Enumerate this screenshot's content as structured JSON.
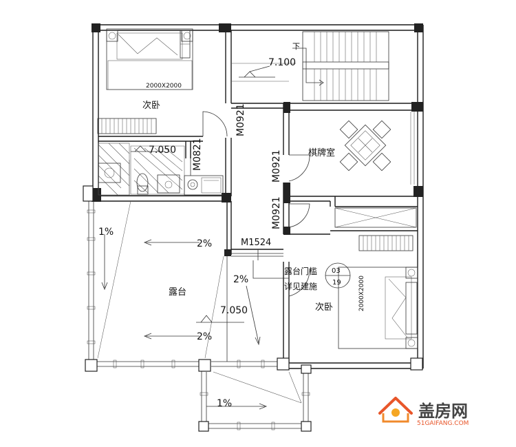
{
  "rooms": {
    "bedroom_top": "次卧",
    "bedroom_right": "次卧",
    "chess_room": "棋牌室",
    "terrace": "露台"
  },
  "bed_size_top": "2000X2000",
  "bed_size_right": "2000X2000",
  "doors": {
    "d1": "M0921",
    "d2": "M0821",
    "d3": "M0921",
    "d4": "M0921",
    "slide": "M1524"
  },
  "elevations": {
    "stair": "7.100",
    "bath": "7.050",
    "terrace": "7.050"
  },
  "stair_dir": "下",
  "slopes": {
    "s1": "1%",
    "s2": "2%",
    "s3": "2%",
    "s4": "2%",
    "s5": "1%"
  },
  "note": {
    "line1": "露台门槛",
    "line2": "详见建施"
  },
  "detail_ref": {
    "top": "03",
    "bottom": "19"
  },
  "watermark": {
    "name": "盖房网",
    "url": "51GAIFANG.COM"
  }
}
